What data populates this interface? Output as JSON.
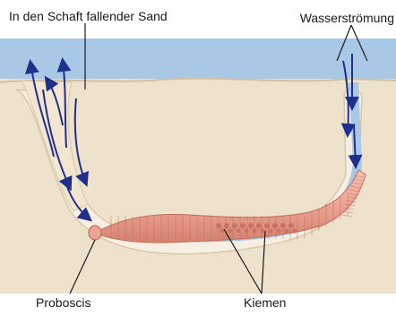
{
  "labels": {
    "falling_sand": "In den Schaft fallender Sand",
    "water_current": "Wasserströmung",
    "proboscis": "Proboscis",
    "gills": "Kiemen"
  },
  "colors": {
    "water": "#a9c8e6",
    "sediment": "#eee2cd",
    "burrow_lining": "#f7efe2",
    "worm": "#eca393",
    "worm_dark": "#c26c5d",
    "arrow": "#1f2f8c",
    "leader": "#1a1a1a"
  }
}
